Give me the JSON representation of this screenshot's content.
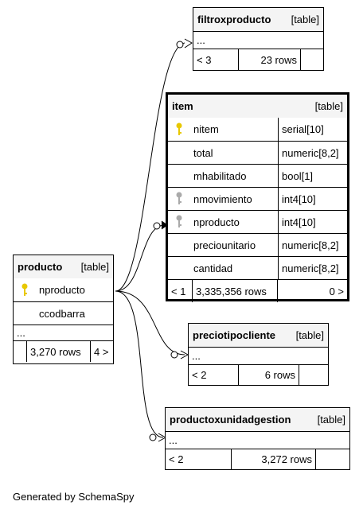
{
  "tables": {
    "filtroxproducto": {
      "name": "filtroxproducto",
      "type": "[table]",
      "more": "...",
      "prev": "< 3",
      "rows": "23 rows"
    },
    "item": {
      "name": "item",
      "type": "[table]",
      "columns": [
        {
          "name": "nitem",
          "type": "serial[10]",
          "key": "primary"
        },
        {
          "name": "total",
          "type": "numeric[8,2]",
          "key": ""
        },
        {
          "name": "mhabilitado",
          "type": "bool[1]",
          "key": ""
        },
        {
          "name": "nmovimiento",
          "type": "int4[10]",
          "key": "foreign"
        },
        {
          "name": "nproducto",
          "type": "int4[10]",
          "key": "foreign"
        },
        {
          "name": "preciounitario",
          "type": "numeric[8,2]",
          "key": ""
        },
        {
          "name": "cantidad",
          "type": "numeric[8,2]",
          "key": ""
        }
      ],
      "prev": "< 1",
      "rows": "3,335,356 rows",
      "next": "0 >"
    },
    "producto": {
      "name": "producto",
      "type": "[table]",
      "columns": [
        {
          "name": "nproducto",
          "key": "primary"
        },
        {
          "name": "ccodbarra",
          "key": ""
        }
      ],
      "more": "...",
      "rows": "3,270 rows",
      "next": "4 >"
    },
    "preciotipocliente": {
      "name": "preciotipocliente",
      "type": "[table]",
      "more": "...",
      "prev": "< 2",
      "rows": "6 rows"
    },
    "productoxunidadgestion": {
      "name": "productoxunidadgestion",
      "type": "[table]",
      "more": "...",
      "prev": "< 2",
      "rows": "3,272 rows"
    }
  },
  "footer": "Generated by SchemaSpy",
  "colors": {
    "primary_key": "#e8c800",
    "foreign_key": "#aaaaaa"
  }
}
